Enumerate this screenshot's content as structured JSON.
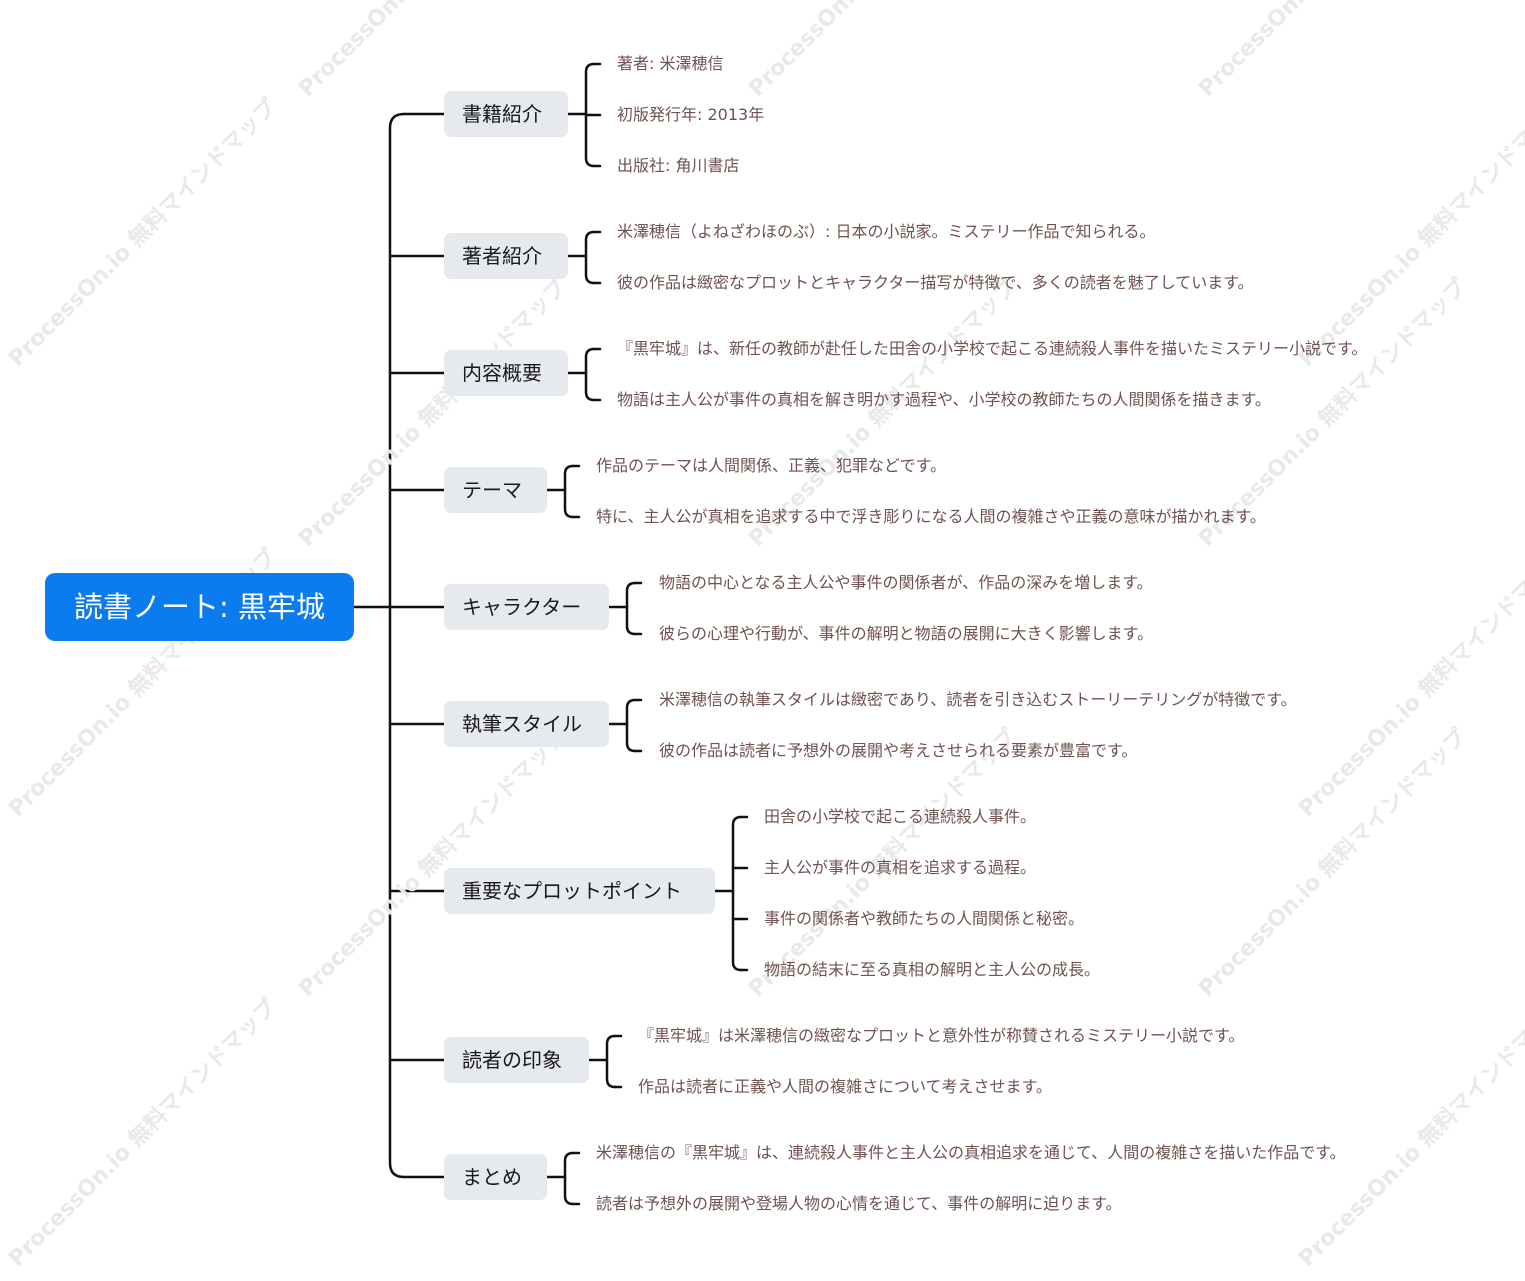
{
  "root": {
    "label": "読書ノート: 黒牢城"
  },
  "branches": [
    {
      "label": "書籍紹介",
      "children": [
        "著者: 米澤穂信",
        "初版発行年: 2013年",
        "出版社: 角川書店"
      ]
    },
    {
      "label": "著者紹介",
      "children": [
        "米澤穂信（よねざわほのぶ）: 日本の小説家。ミステリー作品で知られる。",
        "彼の作品は緻密なプロットとキャラクター描写が特徴で、多くの読者を魅了しています。"
      ]
    },
    {
      "label": "内容概要",
      "children": [
        "『黒牢城』は、新任の教師が赴任した田舎の小学校で起こる連続殺人事件を描いたミステリー小説です。",
        "物語は主人公が事件の真相を解き明かす過程や、小学校の教師たちの人間関係を描きます。"
      ]
    },
    {
      "label": "テーマ",
      "children": [
        "作品のテーマは人間関係、正義、犯罪などです。",
        "特に、主人公が真相を追求する中で浮き彫りになる人間の複雑さや正義の意味が描かれます。"
      ]
    },
    {
      "label": "キャラクター",
      "children": [
        "物語の中心となる主人公や事件の関係者が、作品の深みを増します。",
        "彼らの心理や行動が、事件の解明と物語の展開に大きく影響します。"
      ]
    },
    {
      "label": "執筆スタイル",
      "children": [
        "米澤穂信の執筆スタイルは緻密であり、読者を引き込むストーリーテリングが特徴です。",
        "彼の作品は読者に予想外の展開や考えさせられる要素が豊富です。"
      ]
    },
    {
      "label": "重要なプロットポイント",
      "children": [
        "田舎の小学校で起こる連続殺人事件。",
        "主人公が事件の真相を追求する過程。",
        "事件の関係者や教師たちの人間関係と秘密。",
        "物語の結末に至る真相の解明と主人公の成長。"
      ]
    },
    {
      "label": "読者の印象",
      "children": [
        "『黒牢城』は米澤穂信の緻密なプロットと意外性が称賛されるミステリー小説です。",
        "作品は読者に正義や人間の複雑さについて考えさせます。"
      ]
    },
    {
      "label": "まとめ",
      "children": [
        "米澤穂信の『黒牢城』は、連続殺人事件と主人公の真相追求を通じて、人間の複雑さを描いた作品です。",
        "読者は予想外の展開や登場人物の心情を通じて、事件の解明に迫ります。"
      ]
    }
  ],
  "watermark": {
    "text_a": "ProcessOn.io 無料マインドマップ"
  }
}
